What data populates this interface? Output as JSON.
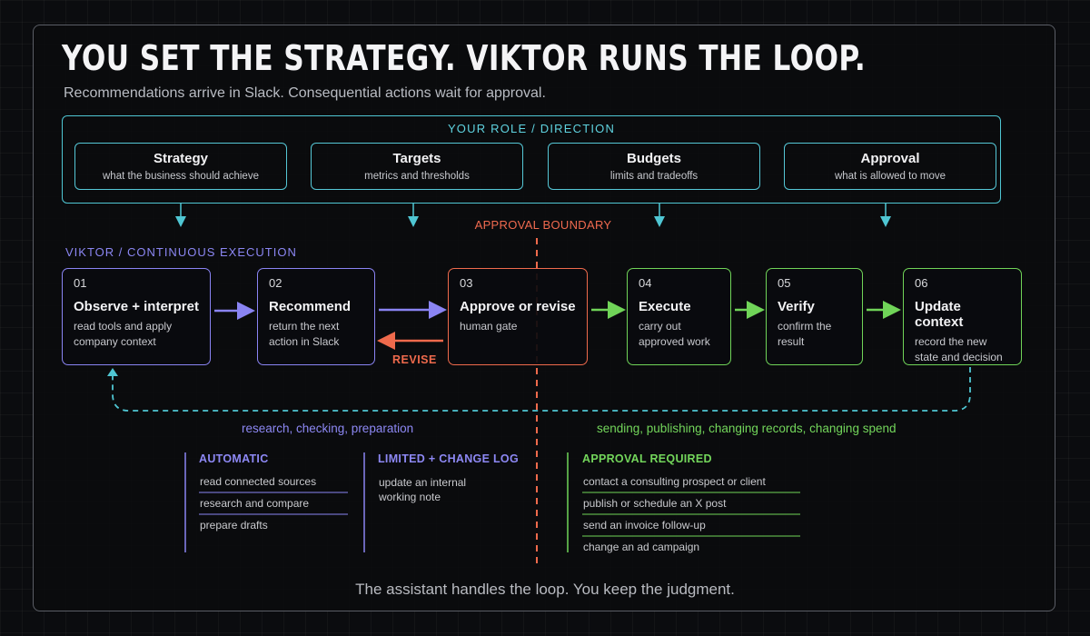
{
  "header": {
    "title": "YOU SET THE STRATEGY. VIKTOR RUNS THE LOOP.",
    "subtitle": "Recommendations arrive in Slack. Consequential actions wait for approval."
  },
  "role_panel": {
    "title": "YOUR ROLE / DIRECTION",
    "items": [
      {
        "title": "Strategy",
        "desc": "what the business should achieve"
      },
      {
        "title": "Targets",
        "desc": "metrics and thresholds"
      },
      {
        "title": "Budgets",
        "desc": "limits and tradeoffs"
      },
      {
        "title": "Approval",
        "desc": "what is allowed to move"
      }
    ]
  },
  "boundary_label": "APPROVAL BOUNDARY",
  "execution_label": "VIKTOR / CONTINUOUS EXECUTION",
  "steps": [
    {
      "num": "01",
      "title": "Observe + interpret",
      "desc": "read tools and apply company context"
    },
    {
      "num": "02",
      "title": "Recommend",
      "desc": "return the next action in Slack"
    },
    {
      "num": "03",
      "title": "Approve or revise",
      "desc": "human gate"
    },
    {
      "num": "04",
      "title": "Execute",
      "desc": "carry out approved work"
    },
    {
      "num": "05",
      "title": "Verify",
      "desc": "confirm the result"
    },
    {
      "num": "06",
      "title": "Update context",
      "desc": "record the new state and decision"
    }
  ],
  "revise_label": "REVISE",
  "captions": {
    "left": "research, checking, preparation",
    "right": "sending, publishing, changing records, changing spend"
  },
  "columns": [
    {
      "title": "AUTOMATIC",
      "items": [
        "read connected sources",
        "research and compare",
        "prepare drafts"
      ]
    },
    {
      "title": "LIMITED + CHANGE LOG",
      "items": [
        "update an internal working note"
      ]
    },
    {
      "title": "APPROVAL REQUIRED",
      "items": [
        "contact a consulting prospect or client",
        "publish or schedule an X post",
        "send an invoice follow-up",
        "change an ad campaign"
      ]
    }
  ],
  "footer": "The assistant handles the loop. You keep the judgment.",
  "colors": {
    "cyan": "#4fc6d3",
    "purple": "#8a84f3",
    "orange": "#ef6a4c",
    "green": "#70d458"
  }
}
